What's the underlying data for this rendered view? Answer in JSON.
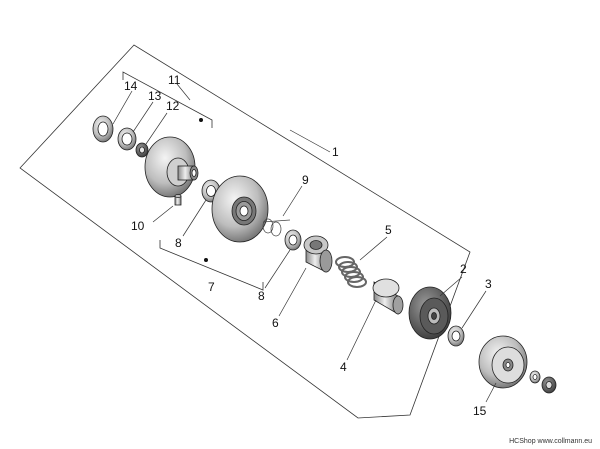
{
  "diagram": {
    "callouts": {
      "c1": "1",
      "c2": "2",
      "c3": "3",
      "c4": "4",
      "c5": "5",
      "c6": "6",
      "c7": "7",
      "c8a": "8",
      "c8b": "8",
      "c9": "9",
      "c10": "10",
      "c11": "11",
      "c12": "12",
      "c13": "13",
      "c14": "14",
      "c15": "15"
    },
    "watermark": "HCShop www.collmann.eu"
  },
  "colors": {
    "line": "#222222",
    "part_light": "#d9d9d9",
    "part_mid": "#9a9a9a",
    "part_dark": "#555555",
    "spring": "#777777"
  }
}
